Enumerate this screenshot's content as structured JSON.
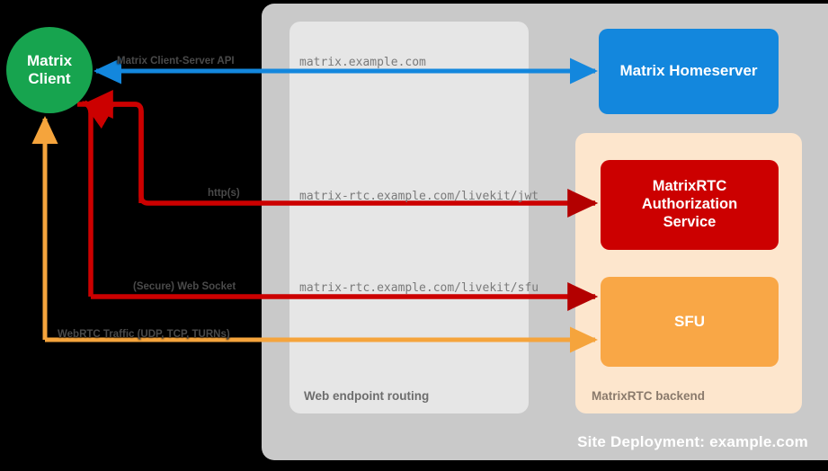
{
  "diagram": {
    "title": "Site Deployment: example.com",
    "client": {
      "line1": "Matrix",
      "line2": "Client"
    },
    "containers": {
      "site": "Site Deployment: example.com",
      "routing": "Web endpoint routing",
      "backend": "MatrixRTC backend"
    },
    "nodes": {
      "homeserver": "Matrix Homeserver",
      "auth_service": "MatrixRTC\nAuthorization\nService",
      "auth_service_lines": [
        "MatrixRTC",
        "Authorization",
        "Service"
      ],
      "sfu": "SFU"
    },
    "endpoints": {
      "matrix": "matrix.example.com",
      "jwt": "matrix-rtc.example.com/livekit/jwt",
      "sfu": "matrix-rtc.example.com/livekit/sfu"
    },
    "connection_labels": {
      "cs_api": "Matrix Client-Server API",
      "https": "http(s)",
      "websocket": "(Secure) Web Socket",
      "webrtc": "WebRTC Traffic (UDP, TCP, TURNs)"
    },
    "colors": {
      "background": "#000000",
      "site_container": "#c9c9c9",
      "routing_container": "#e6e6e6",
      "backend_container": "#fde6cd",
      "client_green": "#17a44f",
      "homeserver_blue": "#1387dd",
      "auth_red": "#cc0000",
      "sfu_orange": "#f9a746",
      "webrtc_orange": "#f5a43c"
    }
  }
}
